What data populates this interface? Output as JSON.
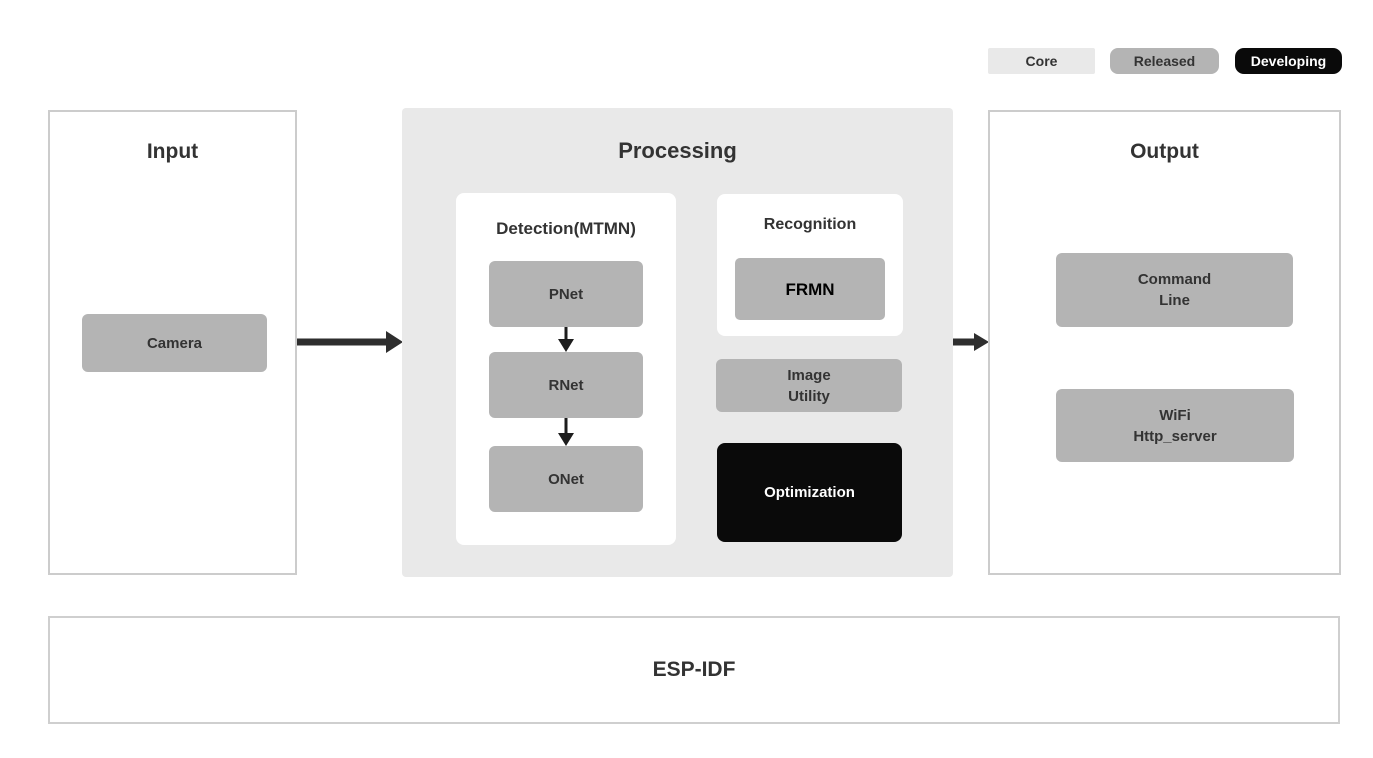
{
  "legend": {
    "core_label": "Core",
    "released_label": "Released",
    "developing_label": "Developing"
  },
  "input": {
    "title": "Input",
    "camera_label": "Camera"
  },
  "processing": {
    "title": "Processing",
    "detection": {
      "title": "Detection(MTMN)",
      "pnet_label": "PNet",
      "rnet_label": "RNet",
      "onet_label": "ONet"
    },
    "recognition": {
      "title": "Recognition",
      "frmn_label": "FRMN"
    },
    "image_utility": {
      "line1": "Image",
      "line2": "Utility"
    },
    "optimization_label": "Optimization"
  },
  "output": {
    "title": "Output",
    "command_line": {
      "line1": "Command",
      "line2": "Line"
    },
    "wifi_server": {
      "line1": "WiFi",
      "line2": "Http_server"
    }
  },
  "foundation": {
    "title": "ESP-IDF"
  },
  "colors": {
    "node_gray": "#b4b4b4",
    "panel_gray": "#e9e9e9",
    "developing_black": "#0a0a0a",
    "text_dark": "#333333",
    "text_light": "#ffffff",
    "border_gray": "#cccccc",
    "arrow_dark": "#2e2e2e"
  }
}
